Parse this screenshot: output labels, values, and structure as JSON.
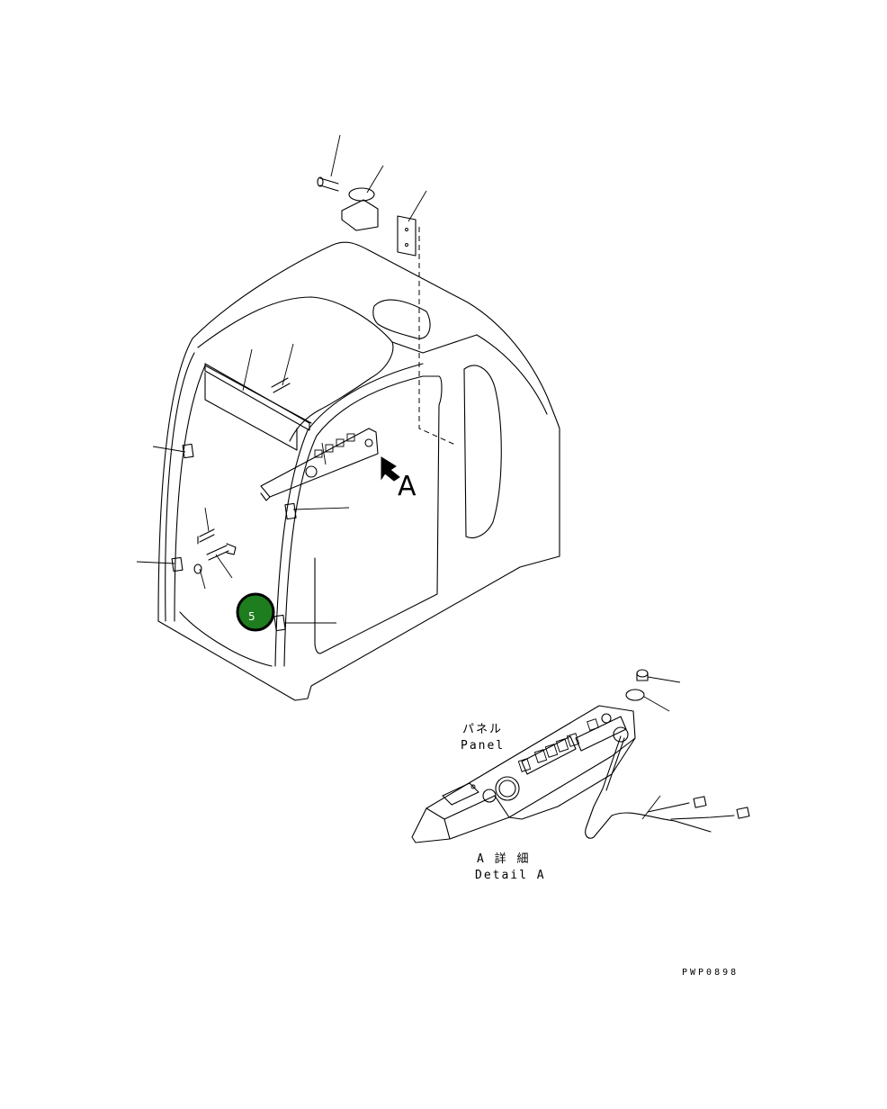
{
  "drawing": {
    "view_letter": "A",
    "panel_label_jp": "パネル",
    "panel_label_en": "Panel",
    "detail_label_jp": "A 詳 細",
    "detail_label_en": "Detail A",
    "drawing_code": "PWP0898"
  },
  "marker": {
    "number": "5",
    "color": "#1e7d1e"
  }
}
